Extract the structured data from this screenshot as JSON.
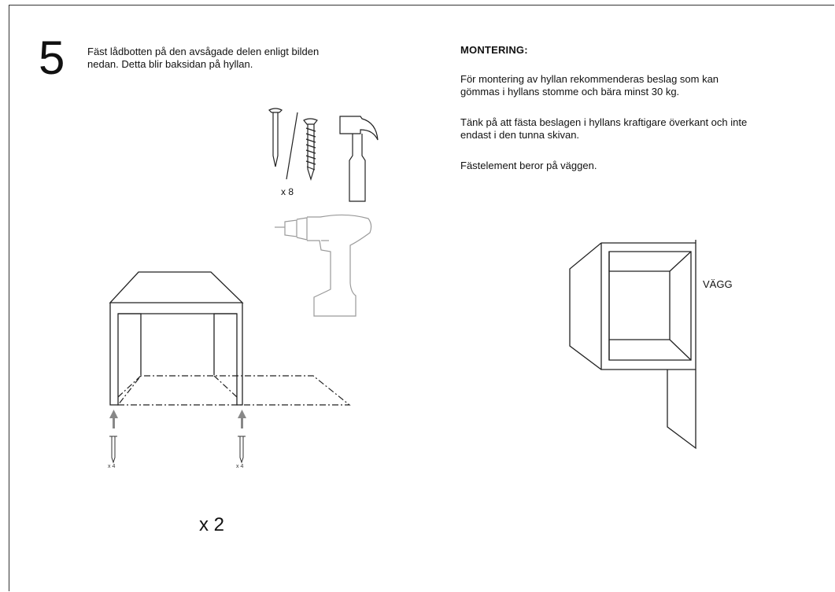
{
  "step": {
    "number": "5",
    "text_line1": "Fäst lådbotten på den avsågade delen enligt bilden",
    "text_line2": "nedan. Detta blir baksidan på hyllan."
  },
  "tools": {
    "fastener_count": "x 8",
    "icons": [
      "nail-icon",
      "screw-icon",
      "hammer-icon",
      "drill-icon"
    ]
  },
  "assembly": {
    "left_nail_count": "x 4",
    "right_nail_count": "x 4",
    "quantity": "x 2"
  },
  "mounting": {
    "title": "MONTERING:",
    "para1_line1": "För montering av hyllan rekommenderas beslag som kan",
    "para1_line2": "gömmas i hyllans stomme och bära minst 30 kg.",
    "para2_line1": "Tänk på att fästa beslagen i hyllans kraftigare överkant och inte",
    "para2_line2": "endast i den tunna skivan.",
    "para3": "Fästelement beror på väggen.",
    "wall_label": "VÄGG"
  },
  "colors": {
    "line": "#222222",
    "arrow": "#888888",
    "drill": "#9a9a9a"
  }
}
